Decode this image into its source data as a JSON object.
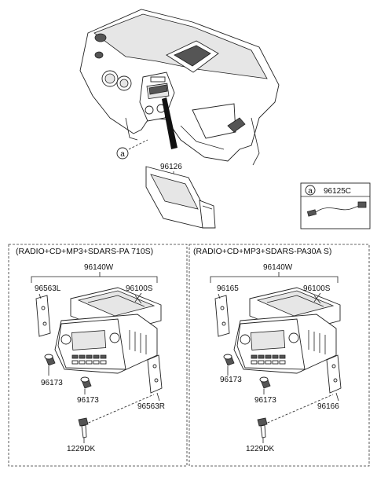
{
  "callouts": {
    "a_main": "a",
    "a_box": "a"
  },
  "parts": {
    "p96126": "96126",
    "p96125C": "96125C"
  },
  "panels": [
    {
      "title": "(RADIO+CD+MP3+SDARS-PA 710S)",
      "unit": "96140W",
      "bracket_left": "96563L",
      "module": "96100S",
      "knob_upper": "96173",
      "knob_lower": "96173",
      "bracket_right": "96563R",
      "screw": "1229DK"
    },
    {
      "title": "(RADIO+CD+MP3+SDARS-PA30A S)",
      "unit": "96140W",
      "bracket_left": "96165",
      "module": "96100S",
      "knob_upper": "96173",
      "knob_lower": "96173",
      "bracket_right": "96166",
      "screw": "1229DK"
    }
  ]
}
